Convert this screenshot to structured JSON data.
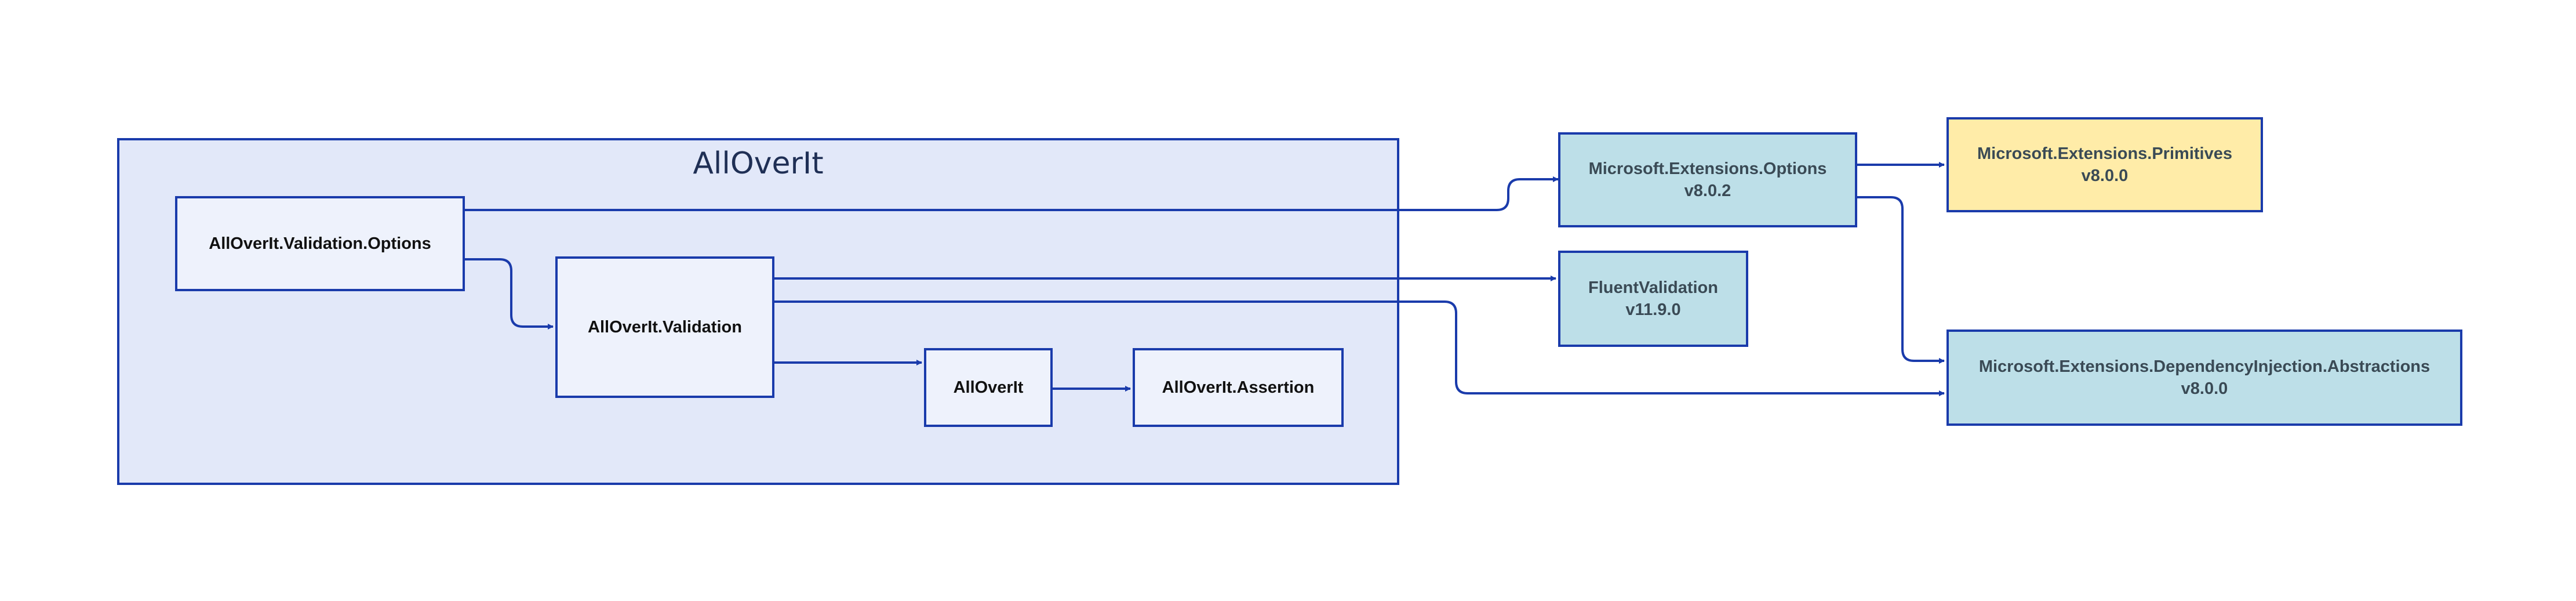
{
  "group": {
    "title": "AllOverIt"
  },
  "nodes": {
    "validation_options": {
      "name": "AllOverIt.Validation.Options"
    },
    "validation": {
      "name": "AllOverIt.Validation"
    },
    "alloverit": {
      "name": "AllOverIt"
    },
    "assertion": {
      "name": "AllOverIt.Assertion"
    },
    "ms_options": {
      "name": "Microsoft.Extensions.Options",
      "version": "v8.0.2"
    },
    "ms_primitives": {
      "name": "Microsoft.Extensions.Primitives",
      "version": "v8.0.0"
    },
    "fluent_validation": {
      "name": "FluentValidation",
      "version": "v11.9.0"
    },
    "ms_di_abstractions": {
      "name": "Microsoft.Extensions.DependencyInjection.Abstractions",
      "version": "v8.0.0"
    }
  },
  "colors": {
    "edge": "#1a3bab",
    "group_fill": "#e2e8f9",
    "internal_fill": "#eef2fc",
    "external_fill": "#bddfe8",
    "highlight_fill": "#ffeca8"
  }
}
